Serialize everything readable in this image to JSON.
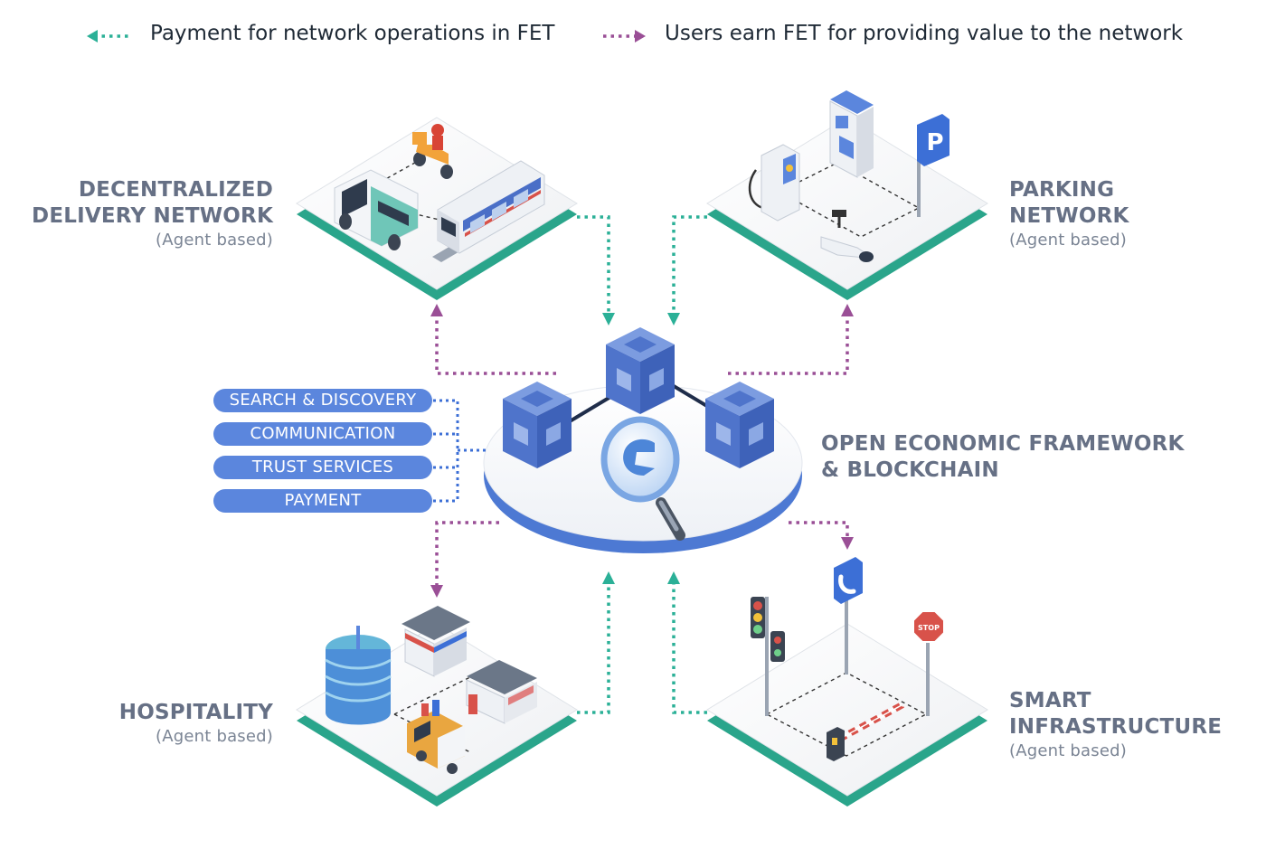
{
  "legend": {
    "payment": "Payment for network operations in FET",
    "earn": "Users earn FET for providing value to the network"
  },
  "nodes": {
    "delivery": {
      "line1": "DECENTRALIZED",
      "line2": "DELIVERY NETWORK",
      "sub": "(Agent based)"
    },
    "parking": {
      "line1": "PARKING",
      "line2": "NETWORK",
      "sub": "(Agent based)",
      "sign_letter": "P"
    },
    "hospitality": {
      "line1": "HOSPITALITY",
      "sub": "(Agent based)"
    },
    "smart": {
      "line1": "SMART",
      "line2": "INFRASTRUCTURE",
      "sub": "(Agent based)",
      "stop_sign": "STOP"
    }
  },
  "center": {
    "line1": "OPEN ECONOMIC FRAMEWORK",
    "line2": "& BLOCKCHAIN"
  },
  "services": [
    {
      "label": "SEARCH & DISCOVERY"
    },
    {
      "label": "COMMUNICATION"
    },
    {
      "label": "TRUST SERVICES"
    },
    {
      "label": "PAYMENT"
    }
  ],
  "colors": {
    "payment_arrow": "#2bb097",
    "earn_arrow": "#9a4f96",
    "service_connector": "#3c6fd6",
    "platform_rim": "#2aa58b",
    "cube": "#5a80d6",
    "pill": "#5b86dd"
  }
}
